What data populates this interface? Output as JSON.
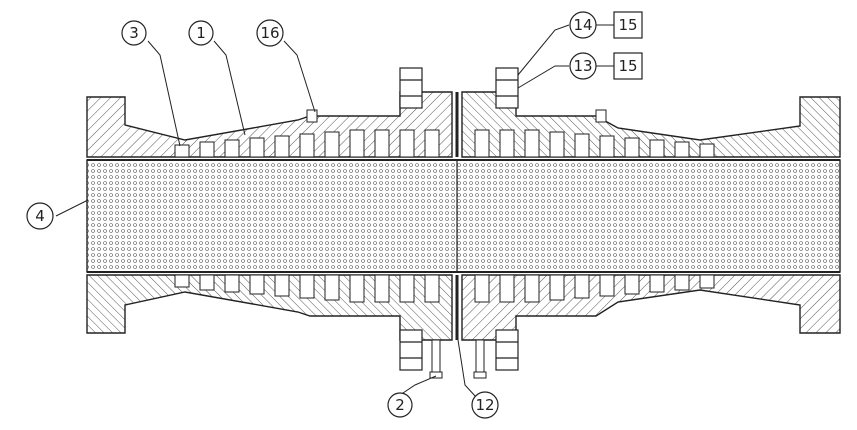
{
  "balloons": [
    {
      "id": "b1",
      "label": "1"
    },
    {
      "id": "b2",
      "label": "2"
    },
    {
      "id": "b3",
      "label": "3"
    },
    {
      "id": "b4",
      "label": "4"
    },
    {
      "id": "b12",
      "label": "12"
    },
    {
      "id": "b13",
      "label": "13"
    },
    {
      "id": "b14",
      "label": "14"
    },
    {
      "id": "b16",
      "label": "16"
    }
  ],
  "boxes": [
    {
      "id": "bx14",
      "label": "15"
    },
    {
      "id": "bx13",
      "label": "15"
    }
  ],
  "colors": {
    "line": "#222222",
    "hatch": "#444444",
    "background": "#ffffff"
  }
}
